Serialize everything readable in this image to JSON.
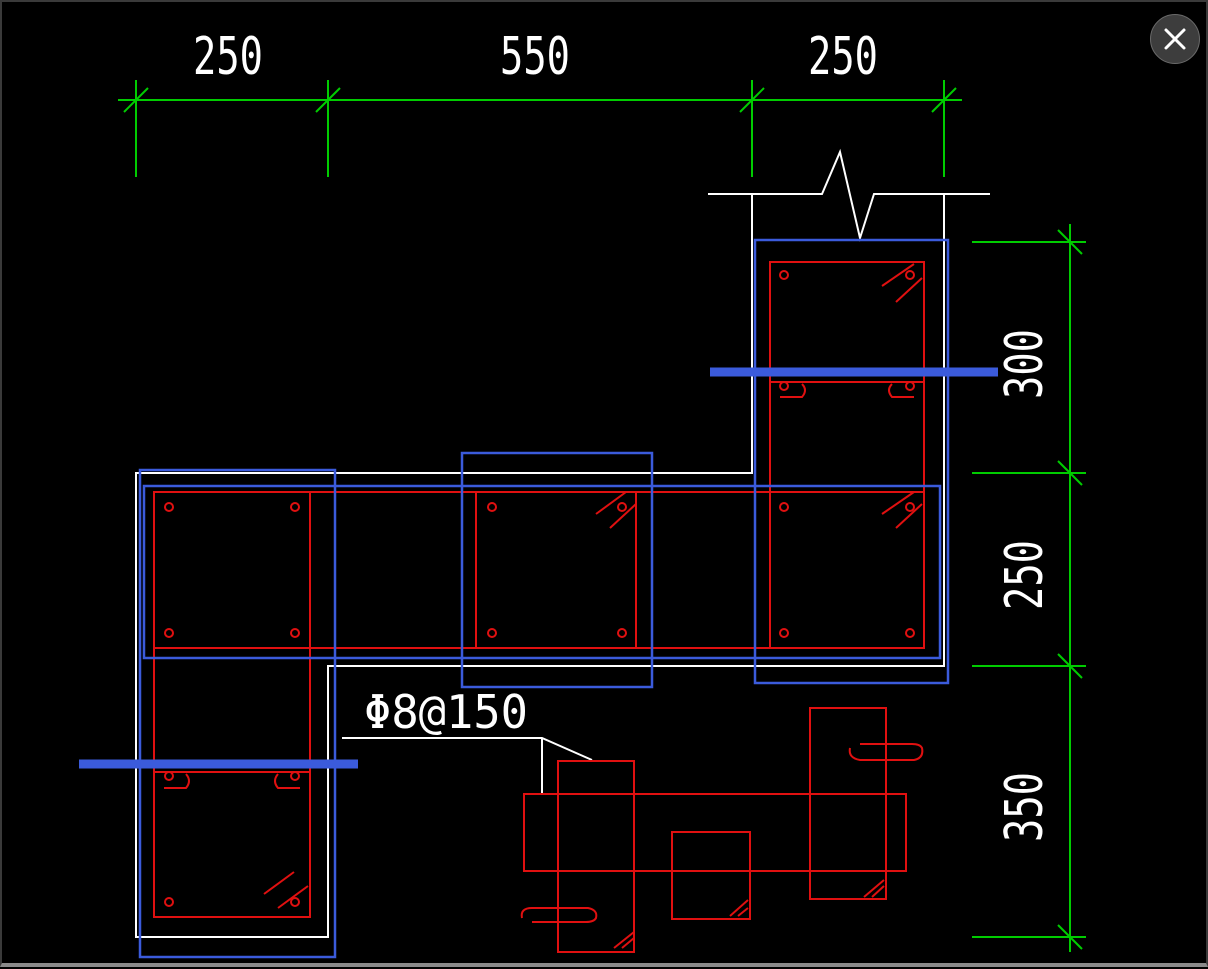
{
  "dimensions": {
    "top": [
      "250",
      "550",
      "250"
    ],
    "right": [
      "300",
      "250",
      "350"
    ]
  },
  "rebar_note": "Φ8@150",
  "close_icon": "close-icon",
  "colors": {
    "background": "#000000",
    "dimension_lines": "#00cc00",
    "outline": "#ffffff",
    "rebar": "#e01010",
    "highlight": "#3b5bdb"
  }
}
